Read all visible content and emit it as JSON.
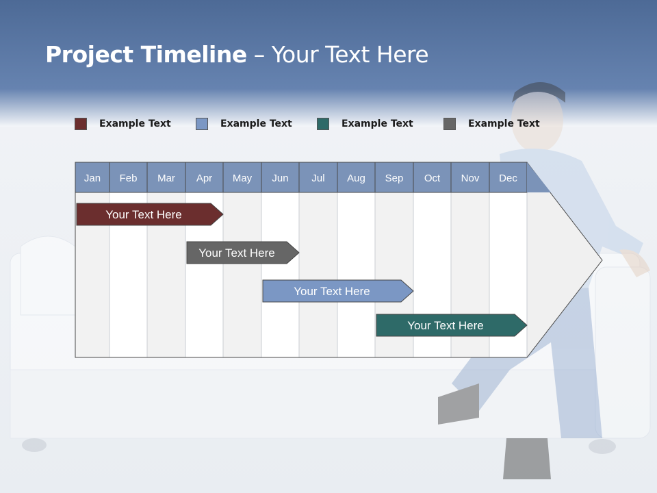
{
  "title": {
    "bold": "Project Timeline",
    "rest": " – Your Text Here"
  },
  "legend": [
    {
      "label": "Example Text",
      "color": "#6b2e2e"
    },
    {
      "label": "Example Text",
      "color": "#7b97c4"
    },
    {
      "label": "Example Text",
      "color": "#2e6a68"
    },
    {
      "label": "Example Text",
      "color": "#666666"
    }
  ],
  "months": [
    "Jan",
    "Feb",
    "Mar",
    "Apr",
    "May",
    "Jun",
    "Jul",
    "Aug",
    "Sep",
    "Oct",
    "Nov",
    "Dec"
  ],
  "tasks": [
    {
      "label": "Your  Text Here",
      "color": "#6b2e2e",
      "start_month": "Jan",
      "end_month": "Apr"
    },
    {
      "label": "Your  Text Here",
      "color": "#666666",
      "start_month": "Apr",
      "end_month": "Jun"
    },
    {
      "label": "Your  Text Here",
      "color": "#7b97c4",
      "start_month": "Jun",
      "end_month": "Sep"
    },
    {
      "label": "Your  Text Here",
      "color": "#2e6a68",
      "start_month": "Sep",
      "end_month": "Dec"
    }
  ],
  "colors": {
    "header_band": "#5a7aa8",
    "month_header": "#7b93b8",
    "col_even": "#f2f2f2",
    "col_odd": "#ffffff"
  }
}
